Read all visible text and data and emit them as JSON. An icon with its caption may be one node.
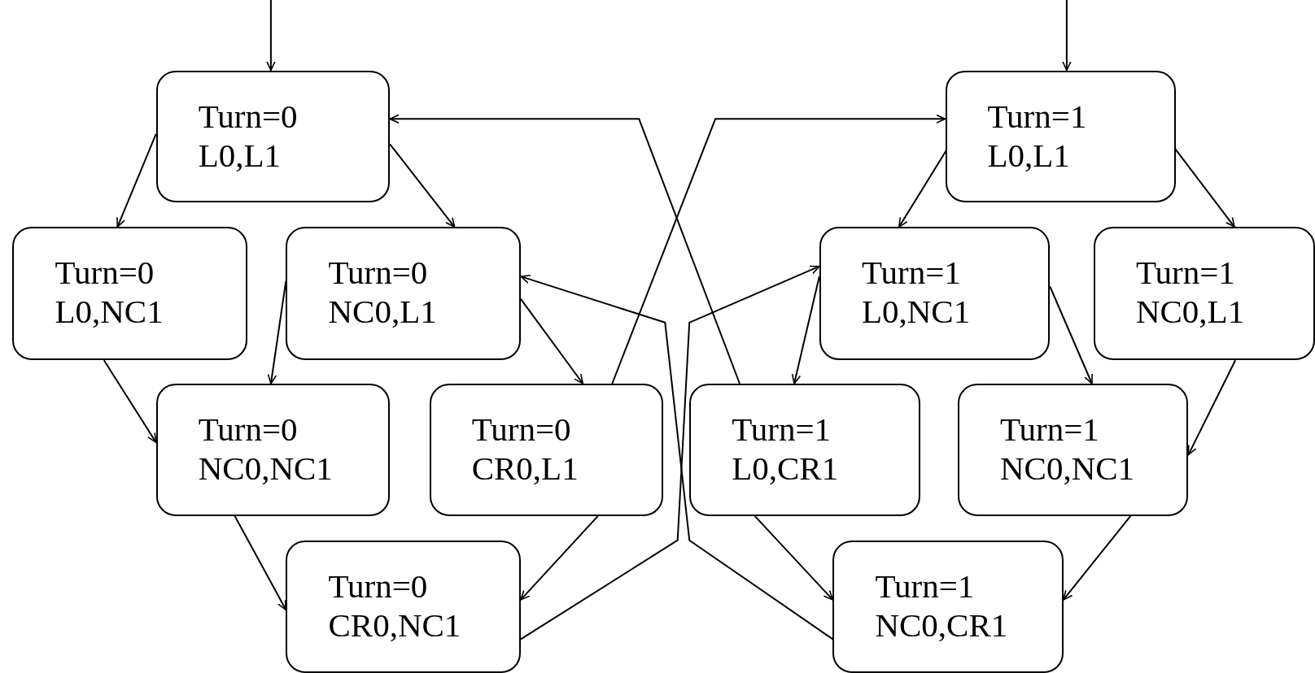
{
  "diagram": {
    "nodes": [
      {
        "text": [
          "Turn=0",
          "L0,L1"
        ]
      },
      {
        "text": [
          "Turn=0",
          "L0,NC1"
        ]
      },
      {
        "text": [
          "Turn=0",
          "NC0,L1"
        ]
      },
      {
        "text": [
          "Turn=0",
          "NC0,NC1"
        ]
      },
      {
        "text": [
          "Turn=0",
          "CR0,L1"
        ]
      },
      {
        "text": [
          "Turn=0",
          "CR0,NC1"
        ]
      },
      {
        "text": [
          "Turn=1",
          "L0,L1"
        ]
      },
      {
        "text": [
          "Turn=1",
          "L0,NC1"
        ]
      },
      {
        "text": [
          "Turn=1",
          "NC0,L1"
        ]
      },
      {
        "text": [
          "Turn=1",
          "L0,CR1"
        ]
      },
      {
        "text": [
          "Turn=1",
          "NC0,NC1"
        ]
      },
      {
        "text": [
          "Turn=1",
          "NC0,CR1"
        ]
      }
    ],
    "edges": [
      {
        "from": null,
        "to": 0,
        "arrow": "to"
      },
      {
        "from": null,
        "to": 6,
        "arrow": "to"
      },
      {
        "from": 0,
        "to": 1,
        "arrow": "to"
      },
      {
        "from": 0,
        "to": 2,
        "arrow": "to"
      },
      {
        "from": 1,
        "to": 3,
        "arrow": "to"
      },
      {
        "from": 2,
        "to": 3,
        "arrow": "to"
      },
      {
        "from": 2,
        "to": 4,
        "arrow": "to"
      },
      {
        "from": 3,
        "to": 5,
        "arrow": "to"
      },
      {
        "from": 4,
        "to": 5,
        "arrow": "to"
      },
      {
        "from": 4,
        "to": 6,
        "arrow": "to"
      },
      {
        "from": 9,
        "to": 0,
        "arrow": "to"
      },
      {
        "from": 5,
        "to": 7,
        "arrow": "to"
      },
      {
        "from": 11,
        "to": 2,
        "arrow": "to"
      },
      {
        "from": 6,
        "to": 7,
        "arrow": "to"
      },
      {
        "from": 6,
        "to": 8,
        "arrow": "to"
      },
      {
        "from": 7,
        "to": 9,
        "arrow": "to"
      },
      {
        "from": 7,
        "to": 10,
        "arrow": "to"
      },
      {
        "from": 8,
        "to": 10,
        "arrow": "to"
      },
      {
        "from": 9,
        "to": 11,
        "arrow": "to"
      },
      {
        "from": 10,
        "to": 11,
        "arrow": "to"
      }
    ]
  }
}
